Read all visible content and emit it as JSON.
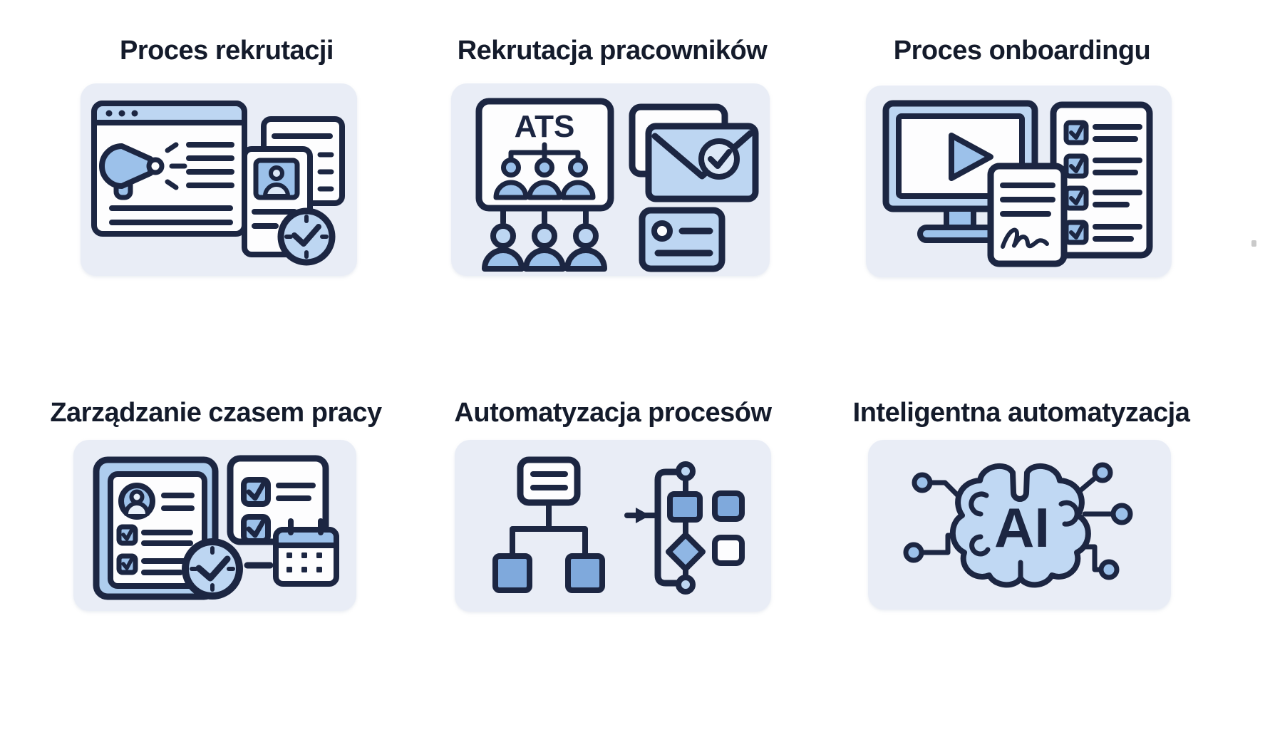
{
  "colors": {
    "page_background": "#ffffff",
    "card_background": "#e9edf6",
    "outline_navy": "#1c2642",
    "blue_medium": "#9cc1ea",
    "blue_light": "#bdd6f2",
    "blue_strong": "#7fa9dc",
    "pale_fill": "#dce8f7",
    "title_color": "#141b2b"
  },
  "grid": {
    "cards": [
      {
        "title": "Proces rekrutacji",
        "icons": [
          "browser-window-icon",
          "megaphone-icon",
          "resume-documents-icon",
          "clock-check-icon"
        ]
      },
      {
        "title": "Rekrutacja pracowników",
        "ats_label": "ATS",
        "icons": [
          "ats-org-chart-icon",
          "candidates-icon",
          "envelope-check-icon",
          "id-badge-icon"
        ]
      },
      {
        "title": "Proces onboardingu",
        "icons": [
          "monitor-play-icon",
          "signed-document-icon",
          "checklist-icon"
        ]
      },
      {
        "title": "Zarządzanie czasem pracy",
        "icons": [
          "employee-profile-card-icon",
          "clock-check-icon",
          "task-checklist-icon",
          "calendar-icon"
        ]
      },
      {
        "title": "Automatyzacja procesów",
        "icons": [
          "hierarchy-flowchart-icon",
          "process-flow-branch-icon"
        ]
      },
      {
        "title": "Inteligentna automatyzacja",
        "ai_label": "AI",
        "icons": [
          "ai-brain-circuit-icon"
        ]
      }
    ]
  }
}
